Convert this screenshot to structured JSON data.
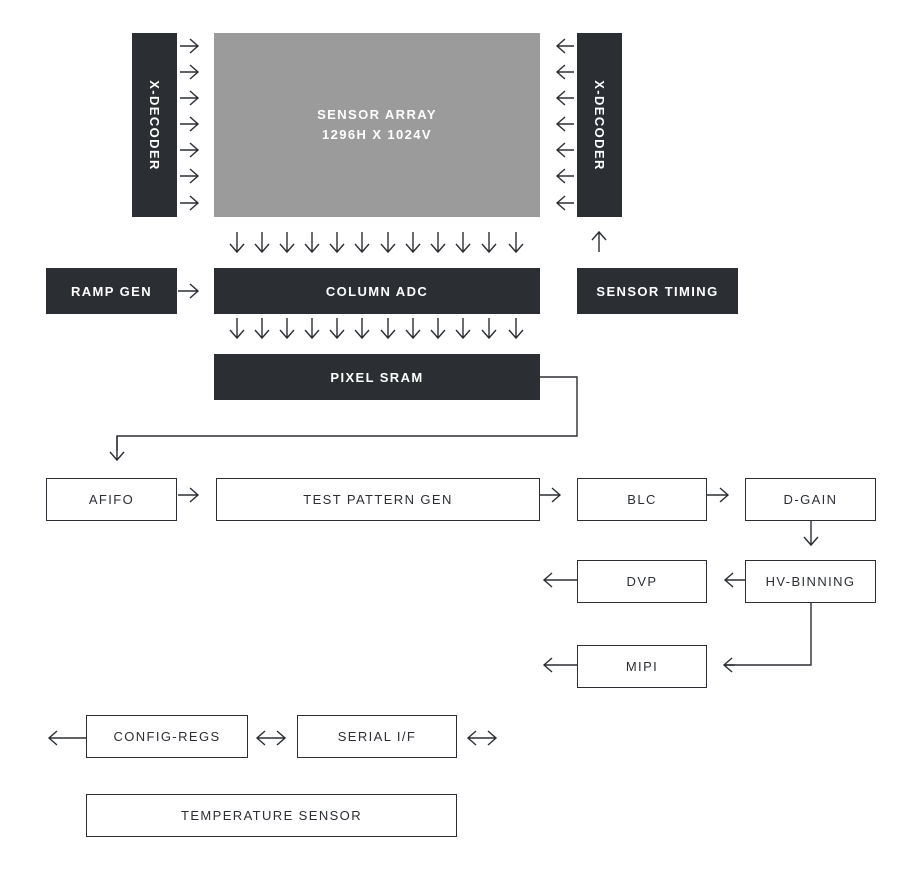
{
  "blocks": {
    "sensor_array_line1": "SENSOR ARRAY",
    "sensor_array_line2": "1296H X 1024V",
    "x_decoder_left": "X-DECODER",
    "x_decoder_right": "X-DECODER",
    "ramp_gen": "RAMP GEN",
    "column_adc": "COLUMN ADC",
    "sensor_timing": "SENSOR TIMING",
    "pixel_sram": "PIXEL SRAM",
    "afifo": "AFIFO",
    "test_pattern_gen": "TEST PATTERN GEN",
    "blc": "BLC",
    "d_gain": "D-GAIN",
    "dvp": "DVP",
    "hv_binning": "HV-BINNING",
    "mipi": "MIPI",
    "config_regs": "CONFIG-REGS",
    "serial_if": "SERIAL I/F",
    "temperature_sensor": "TEMPERATURE SENSOR"
  },
  "colors": {
    "dark_block": "#2b2e33",
    "sensor_array": "#9b9b9b",
    "outline": "#2b2e33"
  }
}
